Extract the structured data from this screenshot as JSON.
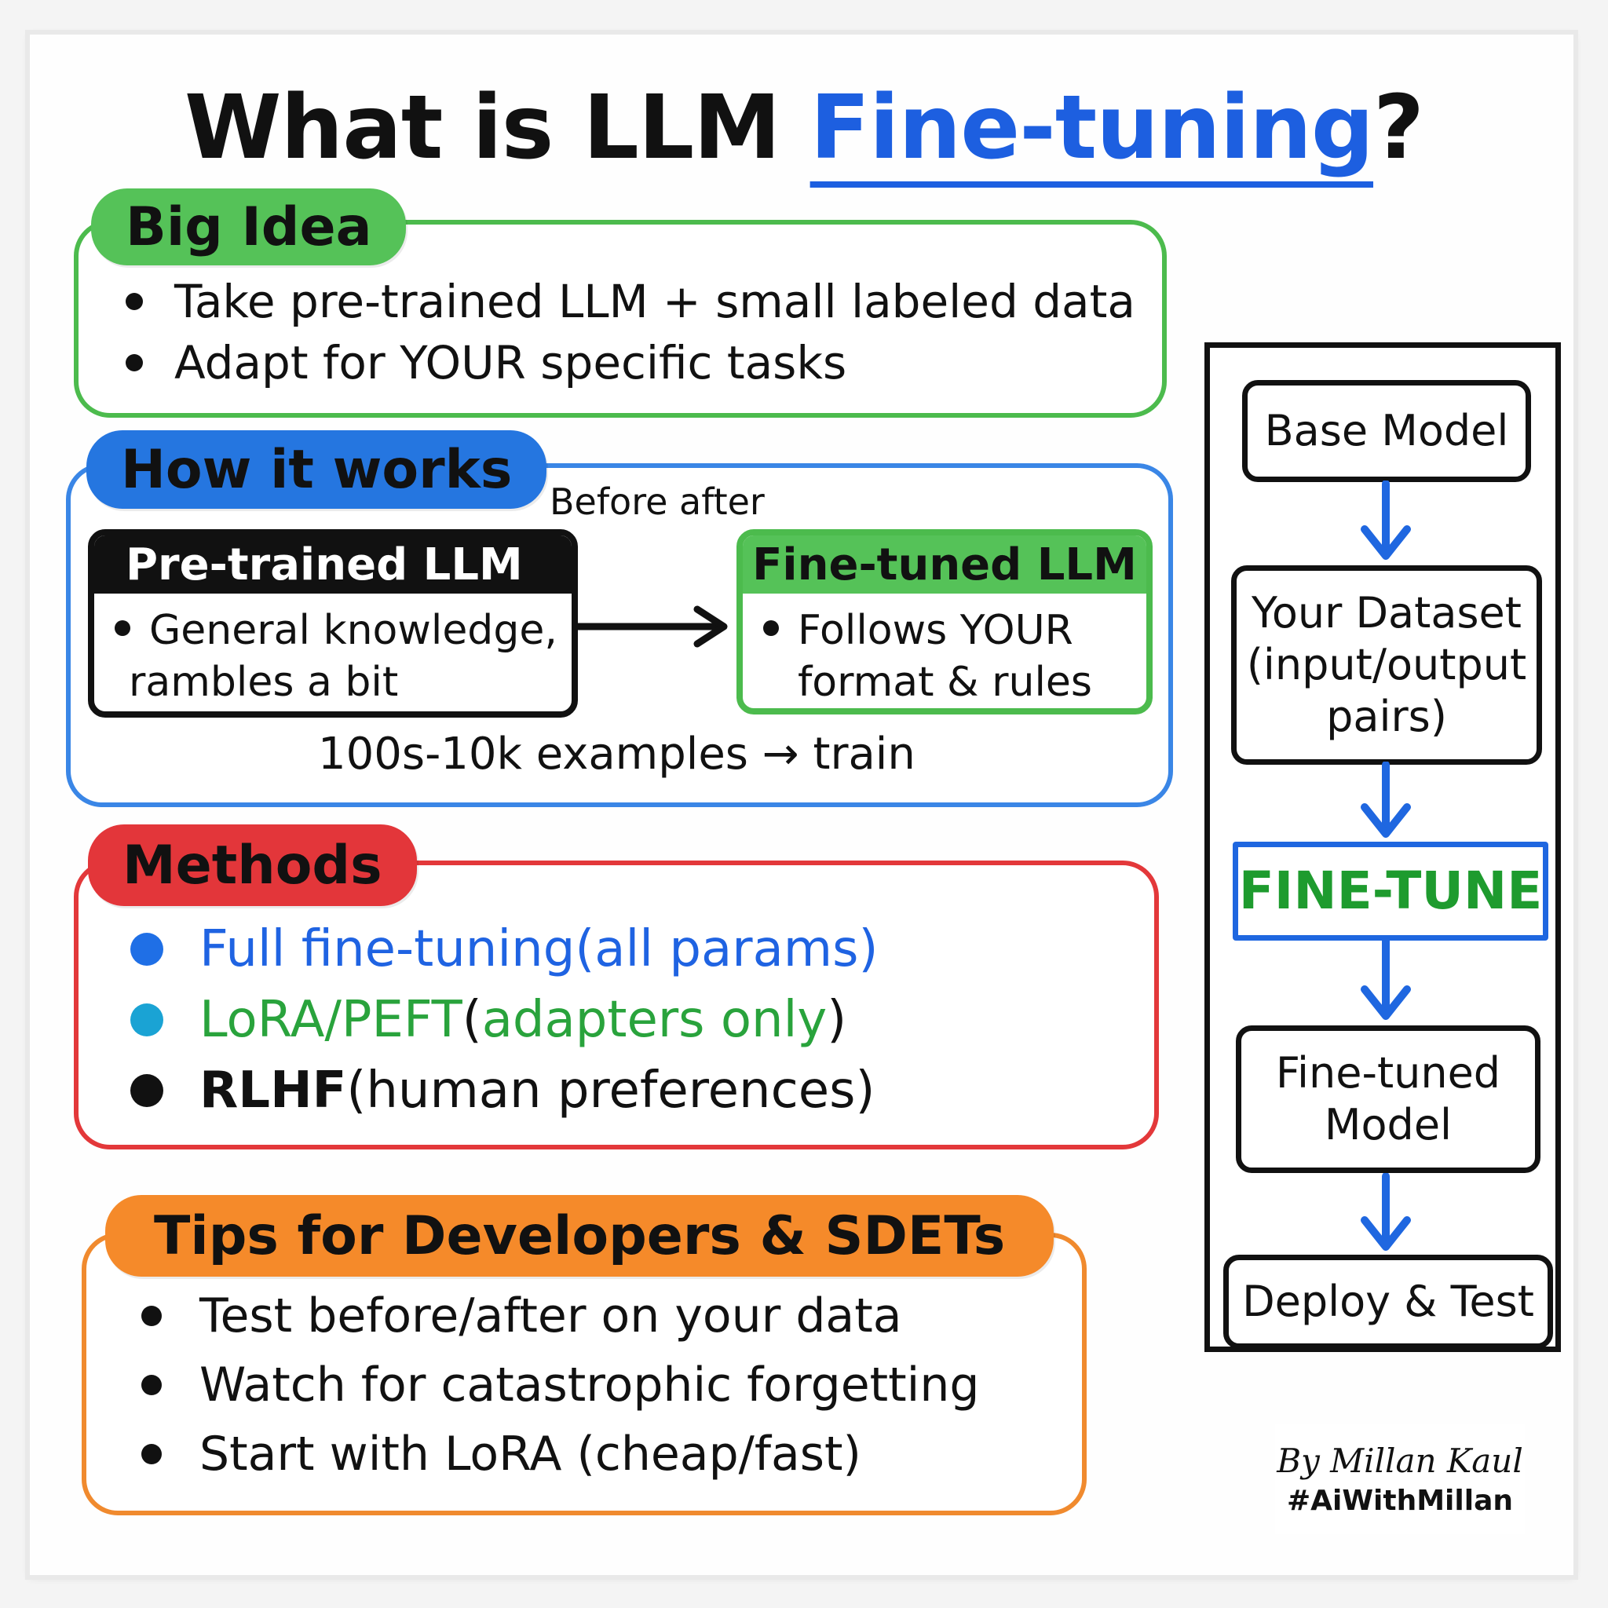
{
  "title": {
    "prefix": "What is LLM ",
    "accent": "Fine-tuning",
    "suffix": "?"
  },
  "big_idea": {
    "label": "Big Idea",
    "bullets": [
      "Take pre-trained LLM + small labeled data",
      "Adapt for YOUR specific tasks"
    ]
  },
  "how_it_works": {
    "label": "How it works",
    "caption": "Before after",
    "pre_trained": {
      "title": "Pre-trained LLM",
      "line1": "General knowledge,",
      "line2": "rambles a bit"
    },
    "fine_tuned": {
      "title": "Fine-tuned LLM",
      "line1": "Follows YOUR",
      "line2": "format & rules"
    },
    "train_note": "100s-10k examples → train"
  },
  "methods": {
    "label": "Methods",
    "items": [
      {
        "name": "Full fine-tuning",
        "detail": " (all params)",
        "color": "#1f63e2"
      },
      {
        "name": "LoRA/PEFT",
        "detail": " (adapters only)",
        "color": "#29a33c"
      },
      {
        "name": "RLHF",
        "detail": " (human preferences)",
        "color": "#111111"
      }
    ],
    "dot_colors": [
      "#1f6fe6",
      "#1aa3d4",
      "#111111"
    ]
  },
  "tips": {
    "label": "Tips for Developers & SDETs",
    "bullets": [
      "Test before/after on your data",
      "Watch for catastrophic forgetting",
      "Start with LoRA (cheap/fast)"
    ]
  },
  "flow": {
    "steps": [
      "Base Model",
      "Your Dataset (input/output pairs)",
      "FINE-TUNE",
      "Fine-tuned Model",
      "Deploy & Test"
    ],
    "arrow_color": "#1f67e0"
  },
  "signature": {
    "name": "By Millan Kaul",
    "tag": "#AiWithMillan"
  },
  "colors": {
    "green": "#55c258",
    "blue": "#2576e0",
    "red": "#e3363a",
    "orange": "#f58a2a"
  }
}
